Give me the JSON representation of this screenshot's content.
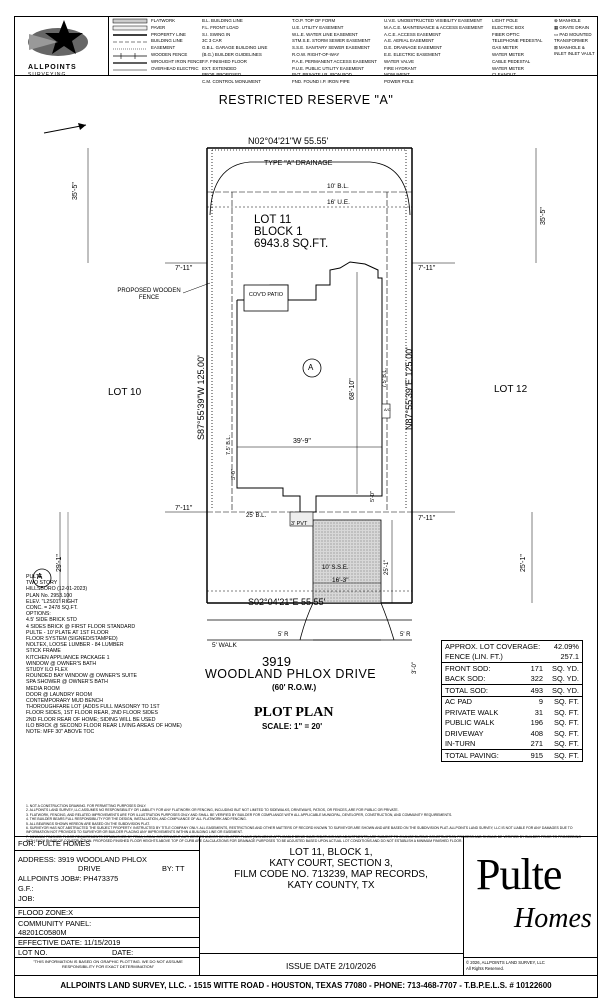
{
  "header": {
    "company_logo_text": "ALLPOINTS",
    "company_sub": "SURVEYING",
    "legend_col1": [
      "FLATWORK",
      "PAVER",
      "PROPERTY LINE",
      "BUILDING LINE",
      "EASEMENT",
      "WOODEN FENCE",
      "WROUGHT IRON FENCE",
      "OVERHEAD ELECTRIC"
    ],
    "legend_col2": [
      "B.L. BUILDING LINE",
      "F.L. FRONT LOAD",
      "S.I. SWING IN",
      "3C 3 CAR",
      "G.B.L. GARAGE BUILDING LINE",
      "(B.G.) BUILDER GUIDELINES",
      "F.F. FINISHED FLOOR",
      "EXT. EXTENDED",
      "PROP. PROPOSED",
      "C.M. CONTROL MONUMENT"
    ],
    "legend_col3": [
      "T.O.P. TOP OF FORM",
      "U.E. UTILITY EASEMENT",
      "W.L.E. WATER LINE EASEMENT",
      "STM.S.E. STORM SEWER EASEMENT",
      "S.S.E. SANITARY SEWER EASEMENT",
      "R.O.W. RIGHT-OF-WAY",
      "P.A.E. PERMANENT ACCESS EASEMENT",
      "P.U.E. PUBLIC UTILITY EASEMENT",
      "PVT. PRIVATE   I.R. IRON ROD",
      "FND. FOUND   I.P. IRON PIPE"
    ],
    "legend_col4": [
      "U.V.E. UNOBSTRUCTED VISIBILITY EASEMENT",
      "M.A.C.E. MAINTENANCE & ACCESS EASEMENT",
      "A.C.E. ACCESS EASEMENT",
      "A.E. AERIAL EASEMENT",
      "D.E. DRAINAGE EASEMENT",
      "E.E. ELECTRIC EASEMENT",
      "WATER VALVE",
      "FIRE HYDRANT",
      "MONUMENT",
      "POWER POLE"
    ],
    "legend_col5": [
      "LIGHT POLE",
      "ELECTRIC BOX",
      "FIBER OPTIC",
      "TELEPHONE PEDESTAL",
      "GAS METER",
      "WATER METER",
      "CABLE PEDESTAL",
      "WATER METER",
      "CLEANOUT"
    ],
    "legend_col6": [
      "MANHOLE",
      "GRATE DRAIN",
      "PAD MOUNTED TRANSFORMER",
      "MANHOLE & INLET",
      "INLET VAULT"
    ]
  },
  "plan": {
    "restricted_reserve": "RESTRICTED RESERVE \"A\"",
    "north_bearing": "N02°04'21\"W   55.55'",
    "south_bearing": "S02°04'21\"E   55.55'",
    "west_bearing": "S87°55'39\"W   125.00'",
    "east_bearing": "N87°55'39\"E   125.00'",
    "drainage": "TYPE \"A\" DRAINAGE",
    "bl_10": "10' B.L.",
    "ue_16": "16' U.E.",
    "lot": "LOT 11",
    "block": "BLOCK 1",
    "area": "6943.8 SQ.FT.",
    "lot_left": "LOT 10",
    "lot_right": "LOT 12",
    "dim_35_5_left": "35'-5\"",
    "dim_35_5_right": "35'-5\"",
    "dim_7_11_tl": "7'-11\"",
    "dim_7_11_tr": "7'-11\"",
    "dim_7_11_bl": "7'-11\"",
    "dim_7_11_br": "7'-11\"",
    "fence_note": "PROPOSED WOODEN FENCE",
    "patio": "COV'D PATIO",
    "marker_a": "A",
    "dim_68_10": "68'-10\"",
    "dim_39_9": "39'-9\"",
    "dim_7_5_l": "7.5' B.L.",
    "dim_7_5_r": "7.5' B.L.",
    "ac": "A/C",
    "dim_5_0": "5'-0\"",
    "dim_5_0_b": "5'-0\"",
    "bl_25": "25' B.L.",
    "pvt": "3' PVT",
    "dim_29_1": "29'-1\"",
    "dim_25_1_m": "25'-1\"",
    "dim_25_1_r": "25'-1\"",
    "sse": "10' S.S.E.",
    "dim_16_3": "16'-3\"",
    "walk": "5' WALK",
    "r5_l": "5' R",
    "r5_r": "5' R",
    "dim_3_0": "3'-0\""
  },
  "address": {
    "number": "3919",
    "street": "WOODLAND PHLOX DRIVE",
    "row": "(60' R.O.W.)",
    "title": "PLOT PLAN",
    "scale": "SCALE: 1\" = 20'"
  },
  "notes": {
    "lines": [
      "PULTE",
      "TWO STORY",
      "HILLSBORO (12-01-2023)",
      "PLAN No. 2953.100",
      "ELEV. \"L2S01\" RIGHT",
      "CONC. = 2478 SQ.FT.",
      "OPTIONS:",
      "4.5' SIDE BRICK STD",
      "4 SIDES BRICK @ FIRST FLOOR STANDARD",
      "PULTE - 10' PLATE AT 1ST FLOOR",
      "FLOOR SYSTEM (SIGNED/STAMPED)",
      "NOLTEX, LOOSE LUMBER - 84 LUMBER",
      "STICK FRAME",
      "KITCHEN APPLIANCE PACKAGE 1",
      "WINDOW @ OWNER'S BATH",
      "STUDY ILO FLEX",
      "ROUNDED BAY WINDOW @ OWNER'S SUITE",
      "SPA SHOWER @ OWNER'S BATH",
      "MEDIA ROOM",
      "DOOR @ LAUNDRY ROOM",
      "CONTEMPORARY MUD BENCH",
      "THOROUGHFARE LOT (ADDS FULL MASONRY TO 1ST",
      "FLOOR SIDES, 1ST FLOOR REAR, 2ND FLOOR SIDES",
      "2ND FLOOR REAR OF HOME; SIDING WILL BE USED",
      "ILO BRICK @ SECOND FLOOR REAR LIVING AREAS OF HOME)",
      "NOTE:   MFF 30\" ABOVE TOC"
    ],
    "disclaimers": [
      "1. NOT A CONSTRUCTION DRAWING. FOR PERMITTING PURPOSES ONLY.",
      "2. ALLPOINTS LAND SURVEY, LLC ASSUMES NO RESPONSIBILITY OR LIABILITY FOR ANY FLATWORK OR FENCING, INCLUDING BUT NOT LIMITED TO SIDEWALKS, DRIVEWAYS, PATIOS, OR FENCES, ARE FOR PUBLIC OR PRIVATE.",
      "3. FLATWORK, FENCING, AND RELATED IMPROVEMENTS ARE FOR ILLUSTRATION PURPOSES ONLY AND SHALL BE VERIFIED BY BUILDER FOR COMPLIANCE WITH ALL APPLICABLE MUNICIPAL, DEVELOPER, CONSTRUCTION, AND COMMUNITY REQUIREMENTS.",
      "4. THE BUILDER BEARS FULL RESPONSIBILITY FOR THE DESIGN, INSTALLATION, AND COMPLIANCE OF ALL FLATWORK AND FENCING.",
      "5. ALL BEARINGS SHOWN HEREON ARE BASED ON THE SUBDIVISION PLAT.",
      "6. SURVEYOR HAS NOT ABSTRACTED THE SUBJECT PROPERTY. INSTRUCTED BY TITLE COMPANY ONLY. ALL EASEMENTS, RESTRICTIONS AND OTHER MATTERS OF RECORD KNOWN TO SURVEYOR ARE SHOWN AND ARE BASED ON THE SUBDIVISION PLAT. ALLPOINTS LAND SURVEY, LLC IS NOT LIABLE FOR ANY DAMAGES DUE TO INFORMATION NOT PROVIDED TO SURVEYOR OR BUILDER PLACING ANY IMPROVEMENTS WITHIN A BUILDING LINE OR EASEMENT.",
      "7. MINIMUM FINISHED FLOOR REQUIREMENTS ESTABLISHED BY FEMA, LOCAL GOVERNMENT AUTHORITIES AND/OR DEVELOPER PLANS (INCLUDING APPLICABLE BENCHMARKS/DATUMS AND ADJUSTMENTS) ARE SUBJECT TO CHANGE DURING CONSTRUCTION PROCESS AND SHOULD BE VERIFIED BY BUILDER PRIOR TO PROCEEDING WITH EACH PHASE OF CONSTRUCTION. PROPOSED FINISHED FLOOR HEIGHTS ABOVE TOP OF CURB ARE CALCULATIONS FOR DRAINAGE PURPOSES TO BE ADJUSTED BASED UPON ACTUAL LOT CONDITIONS AND DO NOT ESTABLISH A MINIMUM FINISHED FLOOR."
    ]
  },
  "summary": {
    "rows": [
      {
        "k": "APPROX. LOT COVERAGE:",
        "v": "42.09%",
        "u": ""
      },
      {
        "k": "FENCE (LIN. FT.)",
        "v": "257.1",
        "u": ""
      },
      {
        "k": "FRONT SOD:",
        "v": "171",
        "u": "SQ. YD."
      },
      {
        "k": "BACK SOD:",
        "v": "322",
        "u": "SQ. YD."
      },
      {
        "k": "TOTAL SOD:",
        "v": "493",
        "u": "SQ. YD."
      },
      {
        "k": "AC PAD",
        "v": "9",
        "u": "SQ. FT."
      },
      {
        "k": "PRIVATE WALK",
        "v": "31",
        "u": "SQ. FT."
      },
      {
        "k": "PUBLIC WALK",
        "v": "196",
        "u": "SQ. FT."
      },
      {
        "k": "DRIVEWAY",
        "v": "408",
        "u": "SQ. FT."
      },
      {
        "k": "IN-TURN",
        "v": "271",
        "u": "SQ. FT."
      },
      {
        "k": "TOTAL PAVING:",
        "v": "915",
        "u": "SQ. FT."
      }
    ]
  },
  "footer": {
    "for": "FOR:  PULTE HOMES",
    "address": "ADDRESS: 3919 WOODLAND PHLOX",
    "address2": "DRIVE",
    "by": "BY: TT",
    "job": "ALLPOINTS JOB#: PH473375",
    "gf": "G.F.:",
    "jobl": "JOB:",
    "flood": "FLOOD ZONE:X",
    "community": "COMMUNITY PANEL:",
    "panel": "48201C0580M",
    "effective": "EFFECTIVE DATE: 11/15/2019",
    "lot_no": "LOT NO.",
    "date": "DATE:",
    "flood_note": "\"THIS INFORMATION IS BASED ON GRAPHIC PLOTTING. WE DO NOT ASSUME RESPONSIBILITY FOR EXACT DETERMINATION\"",
    "legal1": "LOT 11, BLOCK 1,",
    "legal2": "KATY COURT, SECTION 3,",
    "legal3": "FILM CODE NO. 713239, MAP RECORDS,",
    "legal4": "KATY COUNTY, TX",
    "issue": "ISSUE DATE 2/10/2026",
    "brand": "Pulte",
    "brand_sub": "Homes",
    "copyright": "© 2026, ALLPOINTS LAND SURVEY, LLC",
    "rights": "All Rights Reserved.",
    "company_line": "ALLPOINTS LAND SURVEY, LLC. - 1515 WITTE ROAD - HOUSTON, TEXAS 77080 - PHONE: 713-468-7707 - T.B.P.E.L.S. # 10122600"
  }
}
